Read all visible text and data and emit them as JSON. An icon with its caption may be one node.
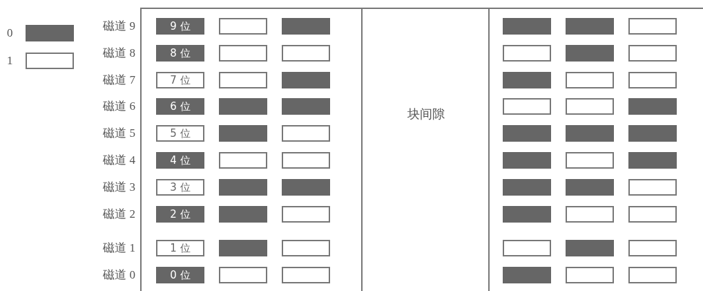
{
  "diagram": {
    "nodes": [
      {
        "text": [],
        "shape": "box"
      },
      {
        "text": [
          "9 位"
        ],
        "in": 0
      },
      {
        "text": [],
        "shape": "box",
        "in": 0
      },
      {
        "text": [],
        "shape": "bar",
        "in": 0
      },
      {
        "text": [
          "8 位"
        ],
        "in": 0
      },
      {
        "text": [],
        "shape": "box",
        "in": 0
      },
      {
        "text": [],
        "shape": "box",
        "in": 0
      },
      {
        "text": [
          "7 位"
        ],
        "in": 0
      },
      {
        "text": [],
        "shape": "box",
        "in": 0
      },
      {
        "text": [],
        "shape": "bar",
        "in": 0
      },
      {
        "text": [
          "6 位"
        ],
        "in": 0
      },
      {
        "text": [],
        "shape": "bar",
        "in": 0
      },
      {
        "text": [],
        "shape": "bar",
        "in": 0
      },
      {
        "text": [
          "5 位"
        ],
        "in": 0
      },
      {
        "text": [],
        "shape": "bar",
        "in": 0
      },
      {
        "text": [],
        "shape": "box",
        "in": 0
      },
      {
        "text": [
          "4 位"
        ],
        "in": 0
      },
      {
        "text": [],
        "shape": "box",
        "in": 0
      },
      {
        "text": [],
        "shape": "box",
        "in": 0
      },
      {
        "text": [
          "3 位"
        ],
        "in": 0
      },
      {
        "text": [],
        "shape": "bar",
        "in": 0
      },
      {
        "text": [],
        "shape": "bar",
        "in": 0
      },
      {
        "text": [
          "2 位"
        ],
        "in": 0
      },
      {
        "text": [],
        "shape": "bar",
        "in": 0
      },
      {
        "text": [],
        "shape": "box",
        "in": 0
      },
      {
        "text": [
          "1 位"
        ],
        "in": 0
      },
      {
        "text": [],
        "shape": "bar",
        "in": 0
      },
      {
        "text": [],
        "shape": "box",
        "in": 0
      },
      {
        "text": [
          "0 位"
        ],
        "in": 0
      },
      {
        "text": [],
        "shape": "box",
        "in": 0
      },
      {
        "text": [],
        "shape": "box",
        "in": 0
      },
      {
        "text": [
          "块间隙"
        ]
      },
      {
        "text": [],
        "shape": "box"
      },
      {
        "text": [],
        "shape": "bar",
        "in": 32
      },
      {
        "text": [],
        "shape": "bar",
        "in": 32
      },
      {
        "text": [],
        "shape": "box",
        "in": 32
      },
      {
        "text": [],
        "shape": "box",
        "in": 32
      },
      {
        "text": [],
        "shape": "bar",
        "in": 32
      },
      {
        "text": [],
        "shape": "box",
        "in": 32
      },
      {
        "text": [],
        "shape": "bar",
        "in": 32
      },
      {
        "text": [],
        "shape": "box",
        "in": 32
      },
      {
        "text": [],
        "shape": "box",
        "in": 32
      },
      {
        "text": [],
        "shape": "box",
        "in": 32
      },
      {
        "text": [],
        "shape": "box",
        "in": 32
      },
      {
        "text": [],
        "shape": "bar",
        "in": 32
      },
      {
        "text": [],
        "shape": "bar",
        "in": 32
      },
      {
        "text": [],
        "shape": "bar",
        "in": 32
      },
      {
        "text": [],
        "shape": "bar",
        "in": 32
      },
      {
        "text": [],
        "shape": "bar",
        "in": 32
      },
      {
        "text": [],
        "shape": "box",
        "in": 32
      },
      {
        "text": [],
        "shape": "bar",
        "in": 32
      },
      {
        "text": [],
        "shape": "bar",
        "in": 32
      },
      {
        "text": [],
        "shape": "bar",
        "in": 32
      },
      {
        "text": [],
        "shape": "box",
        "in": 32
      },
      {
        "text": [],
        "shape": "bar",
        "in": 32
      },
      {
        "text": [],
        "shape": "box",
        "in": 32
      },
      {
        "text": [],
        "shape": "box",
        "in": 32
      },
      {
        "text": [],
        "shape": "box",
        "in": 32
      },
      {
        "text": [],
        "shape": "bar",
        "in": 32
      },
      {
        "text": [],
        "shape": "box",
        "in": 32
      },
      {
        "text": [],
        "shape": "bar",
        "in": 32
      },
      {
        "text": [],
        "shape": "box",
        "in": 32
      },
      {
        "text": [],
        "shape": "box",
        "in": 32
      }
    ],
    "labels": [
      "磁道 9",
      "磁道 8",
      "磁道 7",
      "磁道 6",
      "磁道 5",
      "磁道 4",
      "磁道 3",
      "磁道 2",
      "磁道 1",
      "磁道 0"
    ],
    "legend": [
      {
        "text": "0",
        "color": "#666666"
      },
      {
        "text": "1",
        "color": "#ffffff"
      }
    ]
  }
}
